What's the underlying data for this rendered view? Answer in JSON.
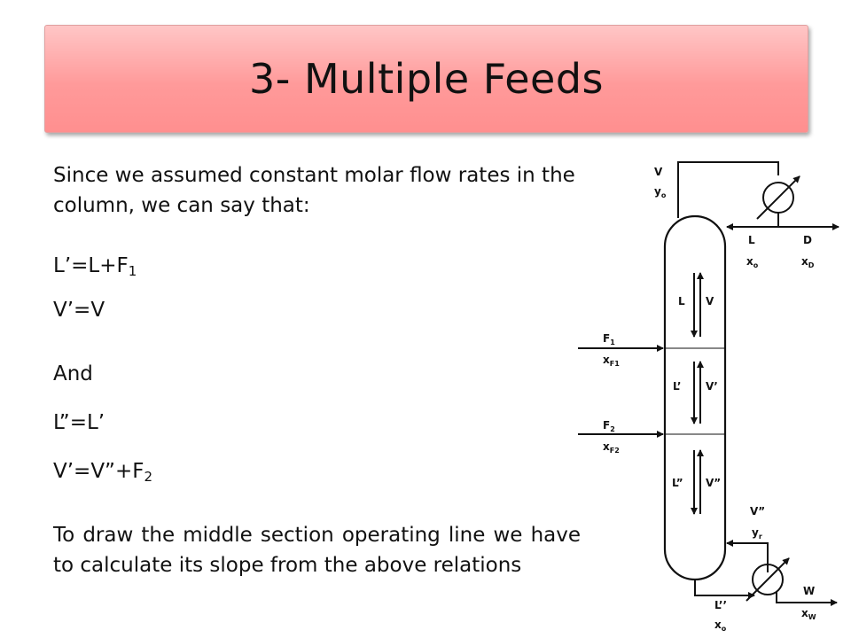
{
  "title": "3- Multiple Feeds",
  "text": {
    "intro": "Since we assumed constant molar flow rates in the column, we can say that:",
    "eq1": {
      "main": "L’=L+F",
      "sub": "1"
    },
    "eq2": "V’=V",
    "and_word": "And",
    "eq3": "L”=L’",
    "eq4": {
      "main": "V’=V”+F",
      "sub": "2"
    },
    "conclusion": "To draw the middle section operating line we have to calculate its slope from the above relations"
  },
  "diagram": {
    "top_vapor": {
      "name": "V",
      "comp": "y",
      "comp_sub": "o"
    },
    "reflux": {
      "name": "L",
      "comp": "x",
      "comp_sub": "o"
    },
    "distillate": {
      "name": "D",
      "comp": "x",
      "comp_sub": "D"
    },
    "section1": {
      "liquid": "L",
      "vapor": "V"
    },
    "feed1": {
      "name": "F",
      "name_sub": "1",
      "comp": "x",
      "comp_sub": "F1"
    },
    "section2": {
      "liquid": "L’",
      "vapor": "V’"
    },
    "feed2": {
      "name": "F",
      "name_sub": "2",
      "comp": "x",
      "comp_sub": "F2"
    },
    "section3": {
      "liquid": "L”",
      "vapor": "V”"
    },
    "boilup": {
      "name": "V”",
      "comp": "y",
      "comp_sub": "r"
    },
    "bottoms": {
      "name": "W",
      "comp": "x",
      "comp_sub": "W"
    },
    "bottom_liquid": {
      "name": "L’’",
      "comp": "x",
      "comp_sub": "o"
    }
  }
}
